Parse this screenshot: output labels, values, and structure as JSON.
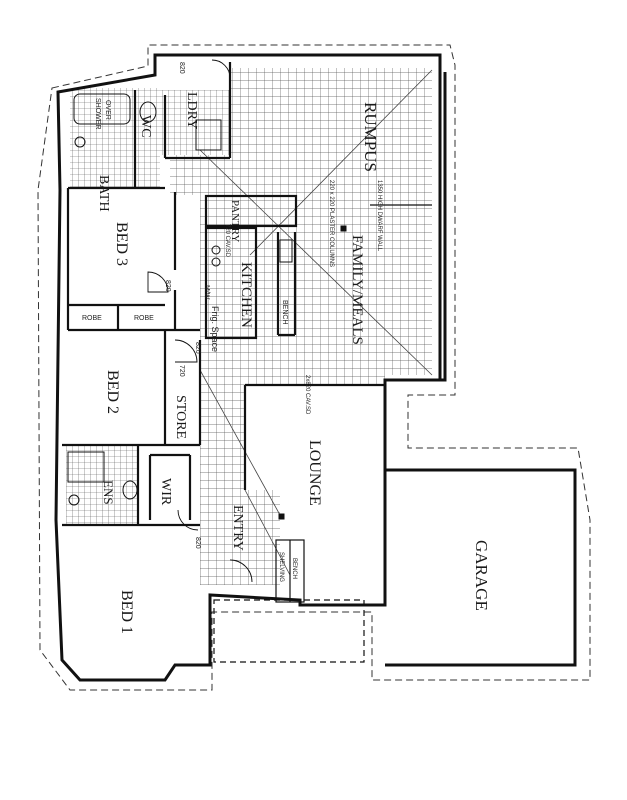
{
  "plan": {
    "rooms": {
      "bath": "BATH",
      "shower": "SHOWER",
      "over": "OVER",
      "wc": "WC",
      "ldry": "LDRY",
      "rumpus": "RUMPUS",
      "pantry": "PANTRY",
      "bed3": "BED 3",
      "robe_left": "ROBE",
      "robe_right": "ROBE",
      "kitchen": "KITCHEN",
      "fridge_space": "Frig. Space",
      "micro": "M/W",
      "family_meals": "FAMILY/MEALS",
      "bed2": "BED 2",
      "store": "STORE",
      "lounge": "LOUNGE",
      "ens": "ENS",
      "wir": "WIR",
      "entry": "ENTRY",
      "bed1": "BED 1",
      "garage": "GARAGE",
      "shelving": "SHELVING",
      "bench_kitchen": "BENCH",
      "bench_entry": "BENCH"
    },
    "dimensions": {
      "d820_top": "820",
      "d820_bed3": "820",
      "d820_bed2": "820",
      "d720_store": "720",
      "d820_bed1": "820",
      "d720_pantry": "720 CAV.SD",
      "ceiling_family": "2x820 CAV.SD",
      "ceiling_wall": "1350 HIGH DWARF WALL",
      "cols": "220 x 220 PLASTER COLUMNS"
    }
  }
}
